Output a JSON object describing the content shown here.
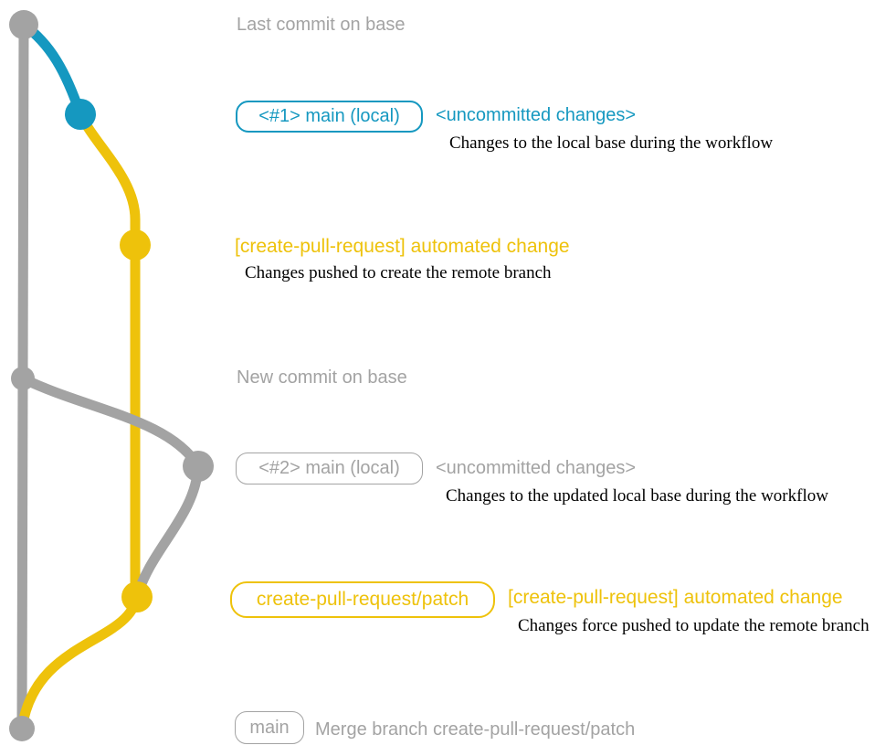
{
  "colors": {
    "gray": "#a3a3a3",
    "teal": "#1598c0",
    "yellow": "#eec20b",
    "ink": "#000000",
    "bg": "#ffffff"
  },
  "graph": {
    "type": "git-commit-graph",
    "branches": [
      {
        "name": "base",
        "color_key": "gray"
      },
      {
        "name": "main (local)",
        "color_key": "teal"
      },
      {
        "name": "create-pull-request/patch",
        "color_key": "yellow"
      }
    ],
    "commits": [
      {
        "id": 1,
        "branch": "base",
        "annotation": "Last commit on base"
      },
      {
        "id": 2,
        "branch": "main (local)",
        "annotation": "<#1> main (local) <uncommitted changes>"
      },
      {
        "id": 3,
        "branch": "create-pull-request/patch",
        "annotation": "[create-pull-request] automated change"
      },
      {
        "id": 4,
        "branch": "base",
        "annotation": "New commit on base"
      },
      {
        "id": 5,
        "branch": "main (local)",
        "annotation": "<#2> main (local) <uncommitted changes>"
      },
      {
        "id": 6,
        "branch": "create-pull-request/patch",
        "annotation": "create-pull-request/patch [create-pull-request] automated change"
      },
      {
        "id": 7,
        "branch": "base",
        "annotation": "main — Merge branch create-pull-request/patch"
      }
    ]
  },
  "rows": [
    {
      "label": "Last commit on base"
    },
    {
      "branch_tag": "<#1> main (local)",
      "status": "<uncommitted changes>",
      "description": "Changes to the local base during the workflow"
    },
    {
      "label": "[create-pull-request] automated change",
      "description": "Changes pushed to create the remote branch"
    },
    {
      "label": "New commit on base"
    },
    {
      "branch_tag": "<#2> main (local)",
      "status": "<uncommitted changes>",
      "description": "Changes to the updated local base during the workflow"
    },
    {
      "branch_tag": "create-pull-request/patch",
      "label": "[create-pull-request] automated change",
      "description": "Changes force pushed to update the remote branch"
    },
    {
      "branch_tag": "main",
      "label": "Merge branch create-pull-request/patch"
    }
  ]
}
